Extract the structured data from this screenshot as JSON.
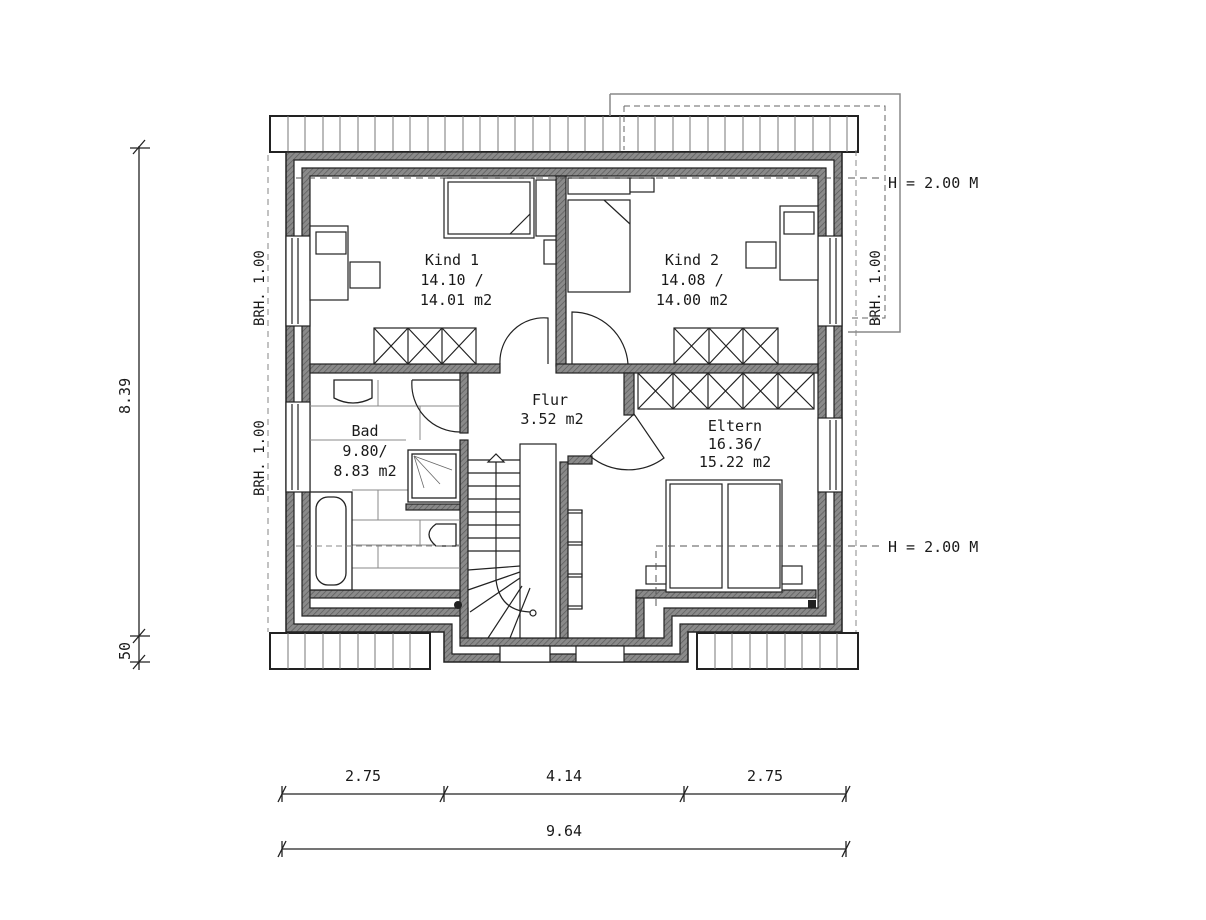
{
  "drawing": {
    "type": "floor plan (attic / Dachgeschoss)",
    "rooms": [
      {
        "name": "Kind 1",
        "area_line1": "14.10 /",
        "area_line2": "14.01 m2"
      },
      {
        "name": "Kind 2",
        "area_line1": "14.08 /",
        "area_line2": "14.00 m2"
      },
      {
        "name": "Bad",
        "area_line1": "9.80/",
        "area_line2": "8.83 m2"
      },
      {
        "name": "Flur",
        "area_line1": "3.52 m2",
        "area_line2": ""
      },
      {
        "name": "Eltern",
        "area_line1": "16.36/",
        "area_line2": "15.22 m2"
      }
    ],
    "height_notes": [
      "H = 2.00 M",
      "H = 2.00 M"
    ],
    "sill_notes": {
      "left_upper": "BRH. 1.00",
      "left_lower": "BRH. 1.00",
      "right_upper": "BRH. 1.00"
    },
    "dimensions": {
      "vertical_total": "8.39",
      "vertical_small": "50",
      "horizontal_segments": [
        "2.75",
        "4.14",
        "2.75"
      ],
      "horizontal_total": "9.64"
    }
  }
}
